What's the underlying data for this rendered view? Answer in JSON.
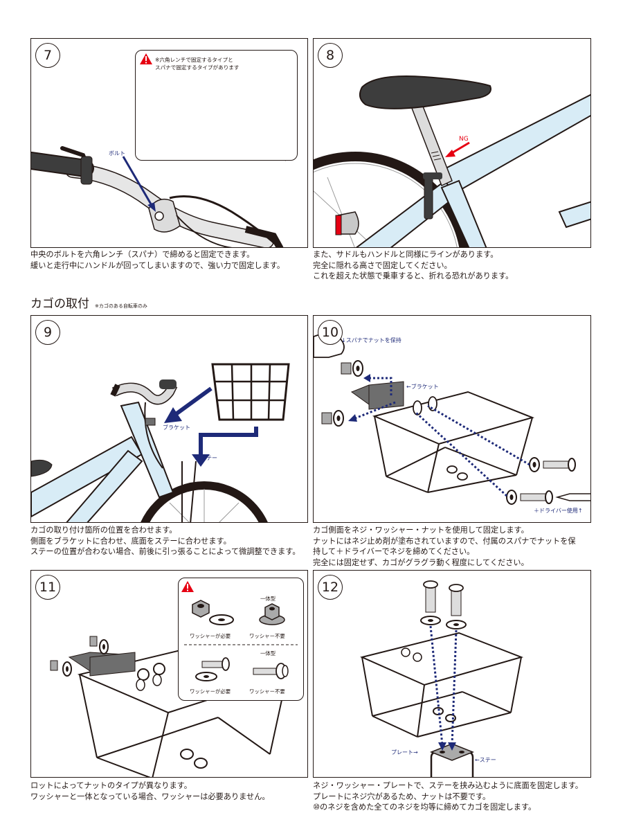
{
  "steps": {
    "s7": {
      "number": "7",
      "caption": [
        "中央のボルトを六角レンチ（スパナ）で締めると固定できます。",
        "緩いと走行中にハンドルが回ってしまいますので、強い力で固定します。"
      ],
      "note": [
        "※六角レンチで固定するタイプと",
        "スパナで固定するタイプがあります"
      ],
      "label_bolt": "ボルト"
    },
    "s8": {
      "number": "8",
      "caption": [
        "また、サドルもハンドルと同様にラインがあります。",
        "完全に隠れる高さで固定してください。",
        "これを超えた状態で乗車すると、折れる恐れがあります。"
      ],
      "label_ng": "NG"
    },
    "s9": {
      "number": "9",
      "caption": [
        "カゴの取り付け箇所の位置を合わせます。",
        "側面をブラケットに合わせ、底面をステーに合わせます。",
        "ステーの位置が合わない場合、前後に引っ張ることによって微調整できます。"
      ],
      "label_bracket": "ブラケット",
      "label_stay": "ステー"
    },
    "s10": {
      "number": "10",
      "caption": [
        "カゴ側面をネジ・ワッシャー・ナットを使用して固定します。",
        "ナットにはネジ止め剤が塗布されていますので、付属のスパナでナットを保",
        "持して＋ドライバーでネジを締めてください。",
        "完全には固定せず、カゴがグラグラ動く程度にしてください。"
      ],
      "label_spanner": "↓スパナでナットを保持",
      "label_bracket": "←ブラケット",
      "label_driver": "＋ドライバー使用↑"
    },
    "s11": {
      "number": "11",
      "caption": [
        "ロットによってナットのタイプが異なります。",
        "ワッシャーと一体となっている場合、ワッシャーは必要ありません。"
      ],
      "label_integrated_1": "一体型",
      "label_washer_needed_1": "ワッシャーが必要",
      "label_washer_not_needed_1": "ワッシャー不要",
      "label_integrated_2": "一体型",
      "label_washer_needed_2": "ワッシャーが必要",
      "label_washer_not_needed_2": "ワッシャー不要"
    },
    "s12": {
      "number": "12",
      "caption": [
        "ネジ・ワッシャー・プレートで、ステーを挟み込むように底面を固定します。",
        "プレートにネジ穴があるため、ナットは不要です。",
        "⑩のネジを含めた全てのネジを均等に締めてカゴを固定します。"
      ],
      "label_plate": "プレート→",
      "label_stay": "←ステー"
    }
  },
  "section": {
    "title": "カゴの取付",
    "note": "※カゴのある自転車のみ"
  },
  "colors": {
    "frame": "#d8ecf6",
    "arrow": "#1e2a78",
    "ng": "#e60012",
    "line": "#231815"
  }
}
